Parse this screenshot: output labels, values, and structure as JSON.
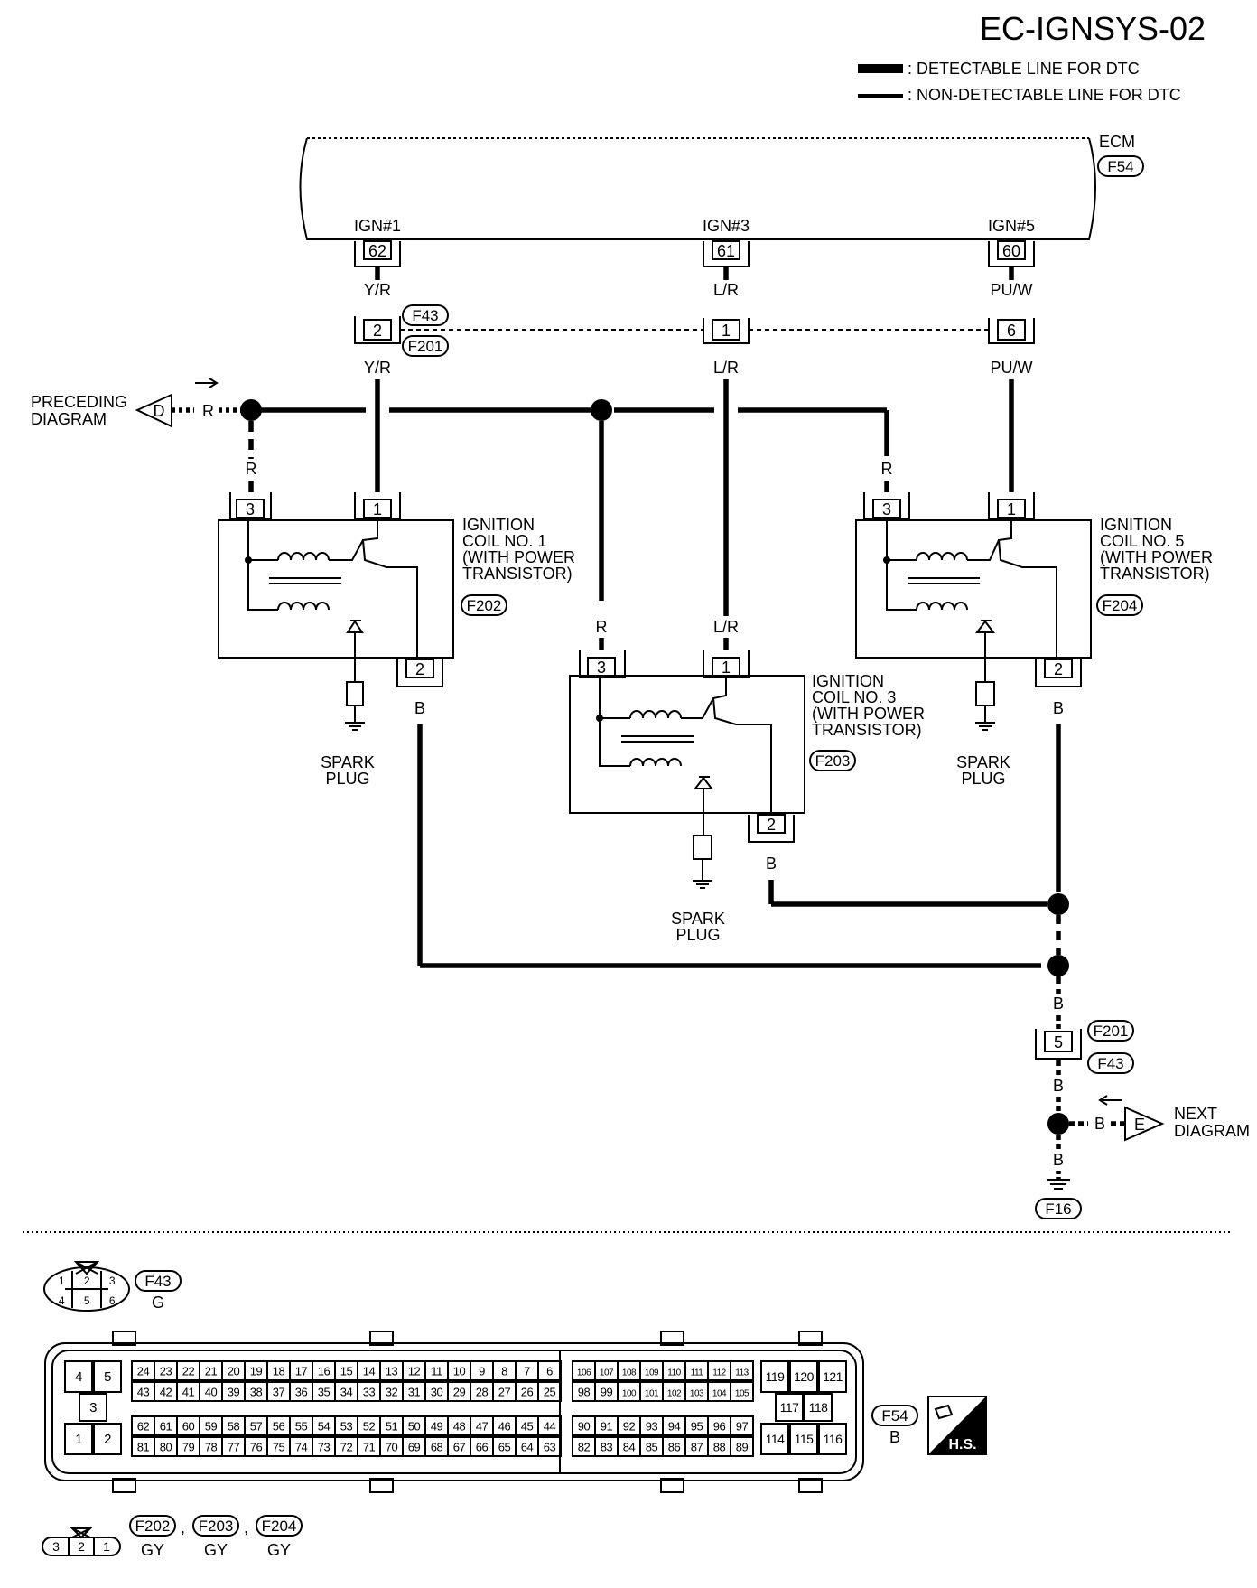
{
  "title": "EC-IGNSYS-02",
  "legend": {
    "detectable": ": DETECTABLE LINE FOR DTC",
    "non_detectable": ": NON-DETECTABLE LINE FOR DTC"
  },
  "ecm": {
    "label": "ECM",
    "connector": "F54",
    "pins": [
      {
        "name": "IGN#1",
        "num": "62",
        "color": "Y/R"
      },
      {
        "name": "IGN#3",
        "num": "61",
        "color": "L/R"
      },
      {
        "name": "IGN#5",
        "num": "60",
        "color": "PU/W"
      }
    ]
  },
  "mid_connector": {
    "codes": [
      "F43",
      "F201"
    ],
    "pins": [
      {
        "num": "2",
        "color": "Y/R"
      },
      {
        "num": "1",
        "color": "L/R"
      },
      {
        "num": "6",
        "color": "PU/W"
      }
    ]
  },
  "preceding": {
    "line1": "PRECEDING",
    "line2": "DIAGRAM",
    "marker": "D",
    "wire": "R"
  },
  "next": {
    "line1": "NEXT",
    "line2": "DIAGRAM",
    "marker": "E",
    "wire": "B"
  },
  "wire_labels": {
    "r": "R",
    "lr": "L/R",
    "b": "B"
  },
  "coils": [
    {
      "l1": "IGNITION",
      "l2": "COIL NO. 1",
      "l3": "(WITH POWER",
      "l4": "TRANSISTOR)",
      "code": "F202",
      "p3": "3",
      "p1": "1",
      "p2": "2"
    },
    {
      "l1": "IGNITION",
      "l2": "COIL NO. 3",
      "l3": "(WITH POWER",
      "l4": "TRANSISTOR)",
      "code": "F203",
      "p3": "3",
      "p1": "1",
      "p2": "2"
    },
    {
      "l1": "IGNITION",
      "l2": "COIL NO. 5",
      "l3": "(WITH POWER",
      "l4": "TRANSISTOR)",
      "code": "F204",
      "p3": "3",
      "p1": "1",
      "p2": "2"
    }
  ],
  "spark_plug": {
    "line1": "SPARK",
    "line2": "PLUG"
  },
  "ground": {
    "pin": "5",
    "codes": [
      "F201",
      "F43"
    ],
    "ground_code": "F16"
  },
  "connectors": {
    "f43": {
      "code": "F43",
      "color": "G",
      "pins": [
        "1",
        "2",
        "3",
        "4",
        "5",
        "6"
      ]
    },
    "f54": {
      "code": "F54",
      "color": "B",
      "hs": "H.S.",
      "left_small": [
        "4",
        "5",
        "3",
        "1",
        "2"
      ],
      "row1": [
        "24",
        "23",
        "22",
        "21",
        "20",
        "19",
        "18",
        "17",
        "16",
        "15",
        "14",
        "13",
        "12",
        "11",
        "10",
        "9",
        "8",
        "7",
        "6"
      ],
      "row2": [
        "43",
        "42",
        "41",
        "40",
        "39",
        "38",
        "37",
        "36",
        "35",
        "34",
        "33",
        "32",
        "31",
        "30",
        "29",
        "28",
        "27",
        "26",
        "25"
      ],
      "row3": [
        "62",
        "61",
        "60",
        "59",
        "58",
        "57",
        "56",
        "55",
        "54",
        "53",
        "52",
        "51",
        "50",
        "49",
        "48",
        "47",
        "46",
        "45",
        "44"
      ],
      "row4": [
        "81",
        "80",
        "79",
        "78",
        "77",
        "76",
        "75",
        "74",
        "73",
        "72",
        "71",
        "70",
        "69",
        "68",
        "67",
        "66",
        "65",
        "64",
        "63"
      ],
      "mid_row1": [
        "106",
        "107",
        "108",
        "109",
        "110",
        "111",
        "112",
        "113"
      ],
      "mid_row2": [
        "98",
        "99",
        "100",
        "101",
        "102",
        "103",
        "104",
        "105"
      ],
      "mid_row3": [
        "90",
        "91",
        "92",
        "93",
        "94",
        "95",
        "96",
        "97"
      ],
      "mid_row4": [
        "82",
        "83",
        "84",
        "85",
        "86",
        "87",
        "88",
        "89"
      ],
      "right": [
        "119",
        "120",
        "121",
        "117",
        "118",
        "114",
        "115",
        "116"
      ]
    },
    "coil_conn": {
      "pins": [
        "3",
        "2",
        "1"
      ],
      "codes": [
        "F202",
        "F203",
        "F204"
      ],
      "colors": [
        "GY",
        "GY",
        "GY"
      ],
      "sep": ","
    }
  }
}
